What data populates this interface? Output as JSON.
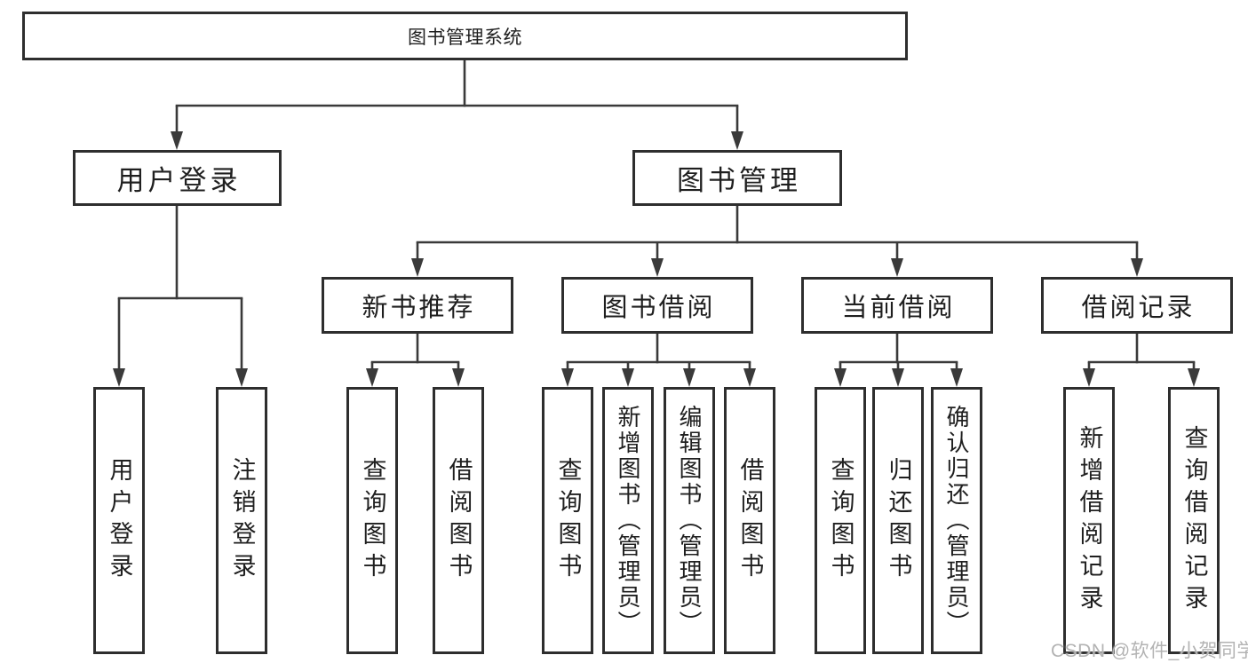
{
  "tree": {
    "root": "图书管理系统",
    "branches": [
      {
        "label": "用户登录",
        "children": [
          "用户登录",
          "注销登录"
        ]
      },
      {
        "label": "图书管理"
      }
    ],
    "subbranches": [
      {
        "label": "新书推荐",
        "children": [
          "查询图书",
          "借阅图书"
        ]
      },
      {
        "label": "图书借阅",
        "children": [
          "查询图书",
          "新增图书（管理员）",
          "编辑图书（管理员）",
          "借阅图书"
        ]
      },
      {
        "label": "当前借阅",
        "children": [
          "查询图书",
          "归还图书",
          "确认归还（管理员）"
        ]
      },
      {
        "label": "借阅记录",
        "children": [
          "新增借阅记录",
          "查询借阅记录"
        ]
      }
    ]
  },
  "watermark": "CSDN @软件_小贺同学",
  "colors": {
    "background": "#ffffff",
    "line": "#3a3a3a",
    "box_border": "#2e2e2e",
    "text": "#1f1f1f",
    "watermark": "#b3b3b3"
  }
}
